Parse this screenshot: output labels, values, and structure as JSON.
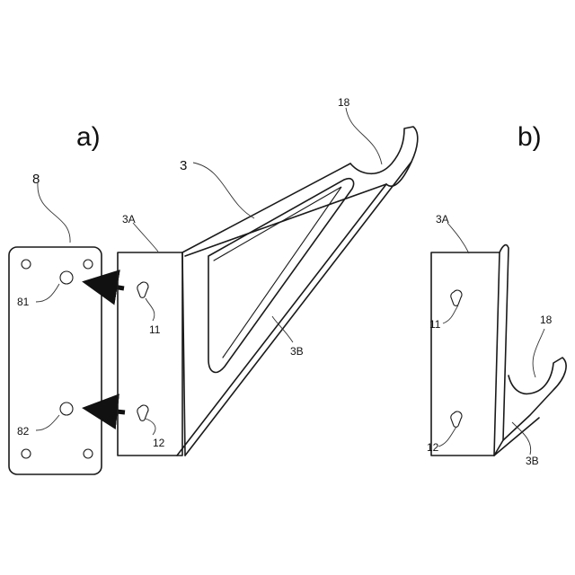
{
  "figure_a": {
    "panel_label": "a)",
    "labels": {
      "hanger": "3",
      "wall_part": "3A",
      "arm": "3B",
      "hook": "18",
      "hole_upper": "11",
      "hole_lower": "12",
      "plate": "8",
      "pin_upper": "81",
      "pin_lower": "82"
    }
  },
  "figure_b": {
    "panel_label": "b)",
    "labels": {
      "wall_part": "3A",
      "arm": "3B",
      "hook": "18",
      "hole_upper": "11",
      "hole_lower": "12"
    }
  }
}
